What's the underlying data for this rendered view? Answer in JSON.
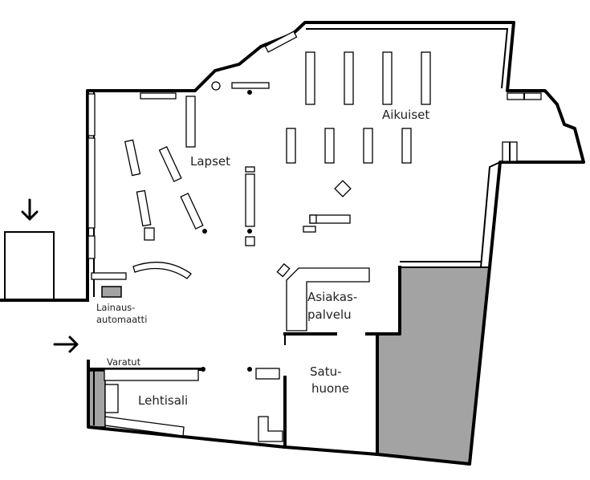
{
  "rooms": {
    "aikuiset": "Aikuiset",
    "lapset": "Lapset",
    "asiakaspalvelu_1": "Asiakas-",
    "asiakaspalvelu_2": "palvelu",
    "lainausautomaatti_1": "Lainaus-",
    "lainausautomaatti_2": "automaatti",
    "varatut": "Varatut",
    "lehtisali": "Lehtisali",
    "satuhuone_1": "Satu-",
    "satuhuone_2": "huone"
  },
  "icons": {
    "entrance_arrow_down": "arrow-down-icon",
    "entrance_arrow_right": "arrow-right-icon",
    "info_point": "diamond-icon"
  },
  "colors": {
    "wall": "#000000",
    "shaded_area": "#a3a3a3",
    "background": "#ffffff"
  }
}
